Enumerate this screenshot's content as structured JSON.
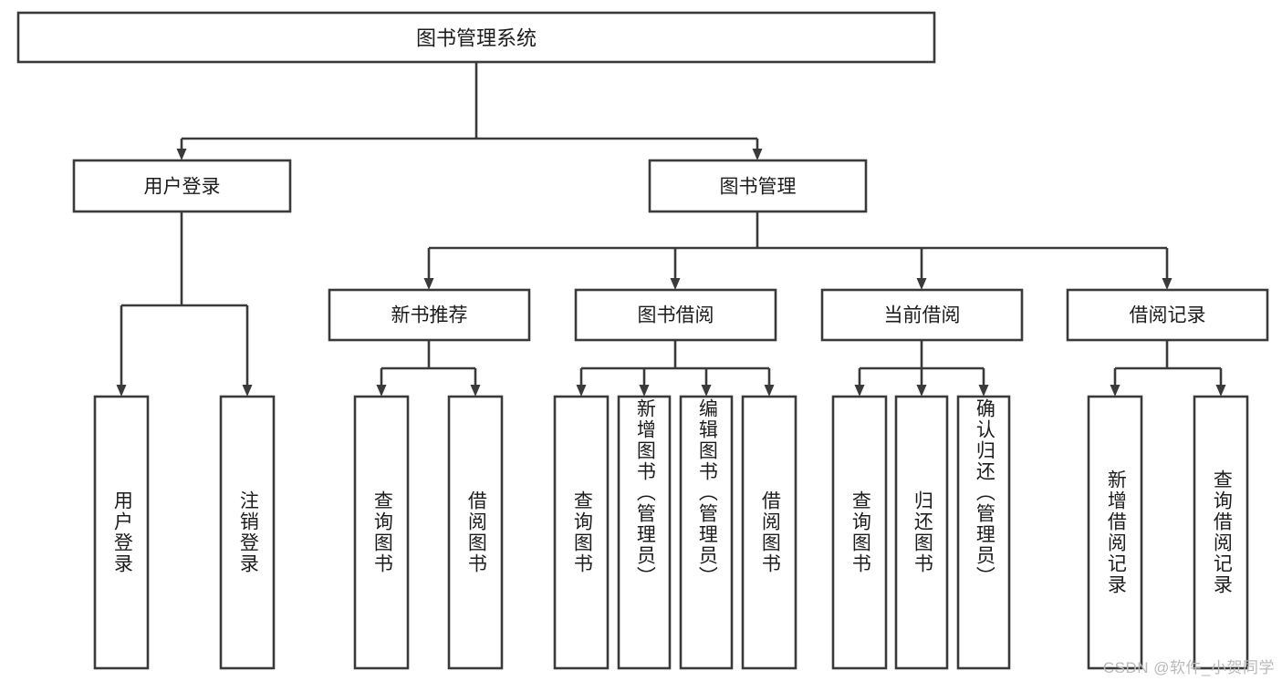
{
  "diagram": {
    "type": "tree",
    "title": "图书管理系统",
    "watermark": "CSDN @软件_小贺同学",
    "colors": {
      "box_stroke": "#3a3a3a",
      "box_fill": "#ffffff",
      "text": "#1c1c1c",
      "background": "#ffffff",
      "watermark": "#b9b9b9"
    },
    "root": {
      "label": "图书管理系统",
      "orientation": "horizontal"
    },
    "level2": [
      {
        "id": "user-login",
        "label": "用户登录",
        "orientation": "horizontal"
      },
      {
        "id": "book-manage",
        "label": "图书管理",
        "orientation": "horizontal"
      }
    ],
    "level3": [
      {
        "id": "new-book-recommend",
        "label": "新书推荐",
        "orientation": "horizontal",
        "parent": "book-manage"
      },
      {
        "id": "book-borrow",
        "label": "图书借阅",
        "orientation": "horizontal",
        "parent": "book-manage"
      },
      {
        "id": "current-borrow",
        "label": "当前借阅",
        "orientation": "horizontal",
        "parent": "book-manage"
      },
      {
        "id": "borrow-record",
        "label": "借阅记录",
        "orientation": "horizontal",
        "parent": "book-manage"
      }
    ],
    "leaves": [
      {
        "id": "leaf-user-login",
        "label": "用户登录",
        "orientation": "vertical",
        "parent": "user-login"
      },
      {
        "id": "leaf-user-logout",
        "label": "注销登录",
        "orientation": "vertical",
        "parent": "user-login"
      },
      {
        "id": "leaf-query-book-1",
        "label": "查询图书",
        "orientation": "vertical",
        "parent": "new-book-recommend"
      },
      {
        "id": "leaf-borrow-book-1",
        "label": "借阅图书",
        "orientation": "vertical",
        "parent": "new-book-recommend"
      },
      {
        "id": "leaf-query-book-2",
        "label": "查询图书",
        "orientation": "vertical",
        "parent": "book-borrow"
      },
      {
        "id": "leaf-add-book",
        "label": "新增图书（管理员）",
        "orientation": "vertical",
        "parent": "book-borrow"
      },
      {
        "id": "leaf-edit-book",
        "label": "编辑图书（管理员）",
        "orientation": "vertical",
        "parent": "book-borrow"
      },
      {
        "id": "leaf-borrow-book-2",
        "label": "借阅图书",
        "orientation": "vertical",
        "parent": "book-borrow"
      },
      {
        "id": "leaf-query-book-3",
        "label": "查询图书",
        "orientation": "vertical",
        "parent": "current-borrow"
      },
      {
        "id": "leaf-return-book",
        "label": "归还图书",
        "orientation": "vertical",
        "parent": "current-borrow"
      },
      {
        "id": "leaf-confirm-return",
        "label": "确认归还（管理员）",
        "orientation": "vertical",
        "parent": "current-borrow"
      },
      {
        "id": "leaf-add-record",
        "label": "新增借阅记录",
        "orientation": "vertical",
        "parent": "borrow-record"
      },
      {
        "id": "leaf-query-record",
        "label": "查询借阅记录",
        "orientation": "vertical",
        "parent": "borrow-record"
      }
    ]
  }
}
